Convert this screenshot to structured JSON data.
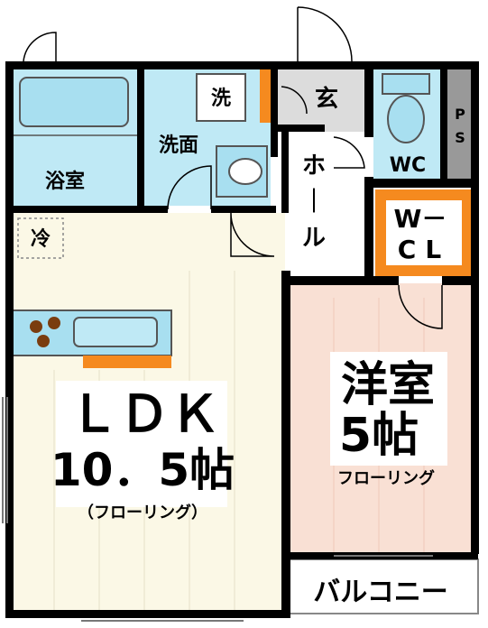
{
  "rooms": {
    "bath": "浴室",
    "washroom": "洗面",
    "washer": "洗",
    "entrance": "玄",
    "wc": "WC",
    "ps": "PS",
    "hall": "ホール",
    "fridge": "冷",
    "wcl_line1": "W－",
    "wcl_line2": "CL",
    "ldk_title": "ＬＤＫ",
    "ldk_size": "10．5帖",
    "ldk_floor": "（フローリング）",
    "western_title": "洋室",
    "western_size": "5帖",
    "western_floor": "フローリング",
    "balcony": "バルコニー"
  },
  "colors": {
    "wall": "#000000",
    "wet_area": "#bfe9f5",
    "fixture": "#a8dff0",
    "ldk_floor": "#fbf8e6",
    "western_floor": "#f9e0d4",
    "hall_floor": "#ffffff",
    "storage_accent": "#f58a1f",
    "entrance_floor": "#dcdcdc",
    "ps_fill": "#999999",
    "burner": "#7a3d0f"
  }
}
